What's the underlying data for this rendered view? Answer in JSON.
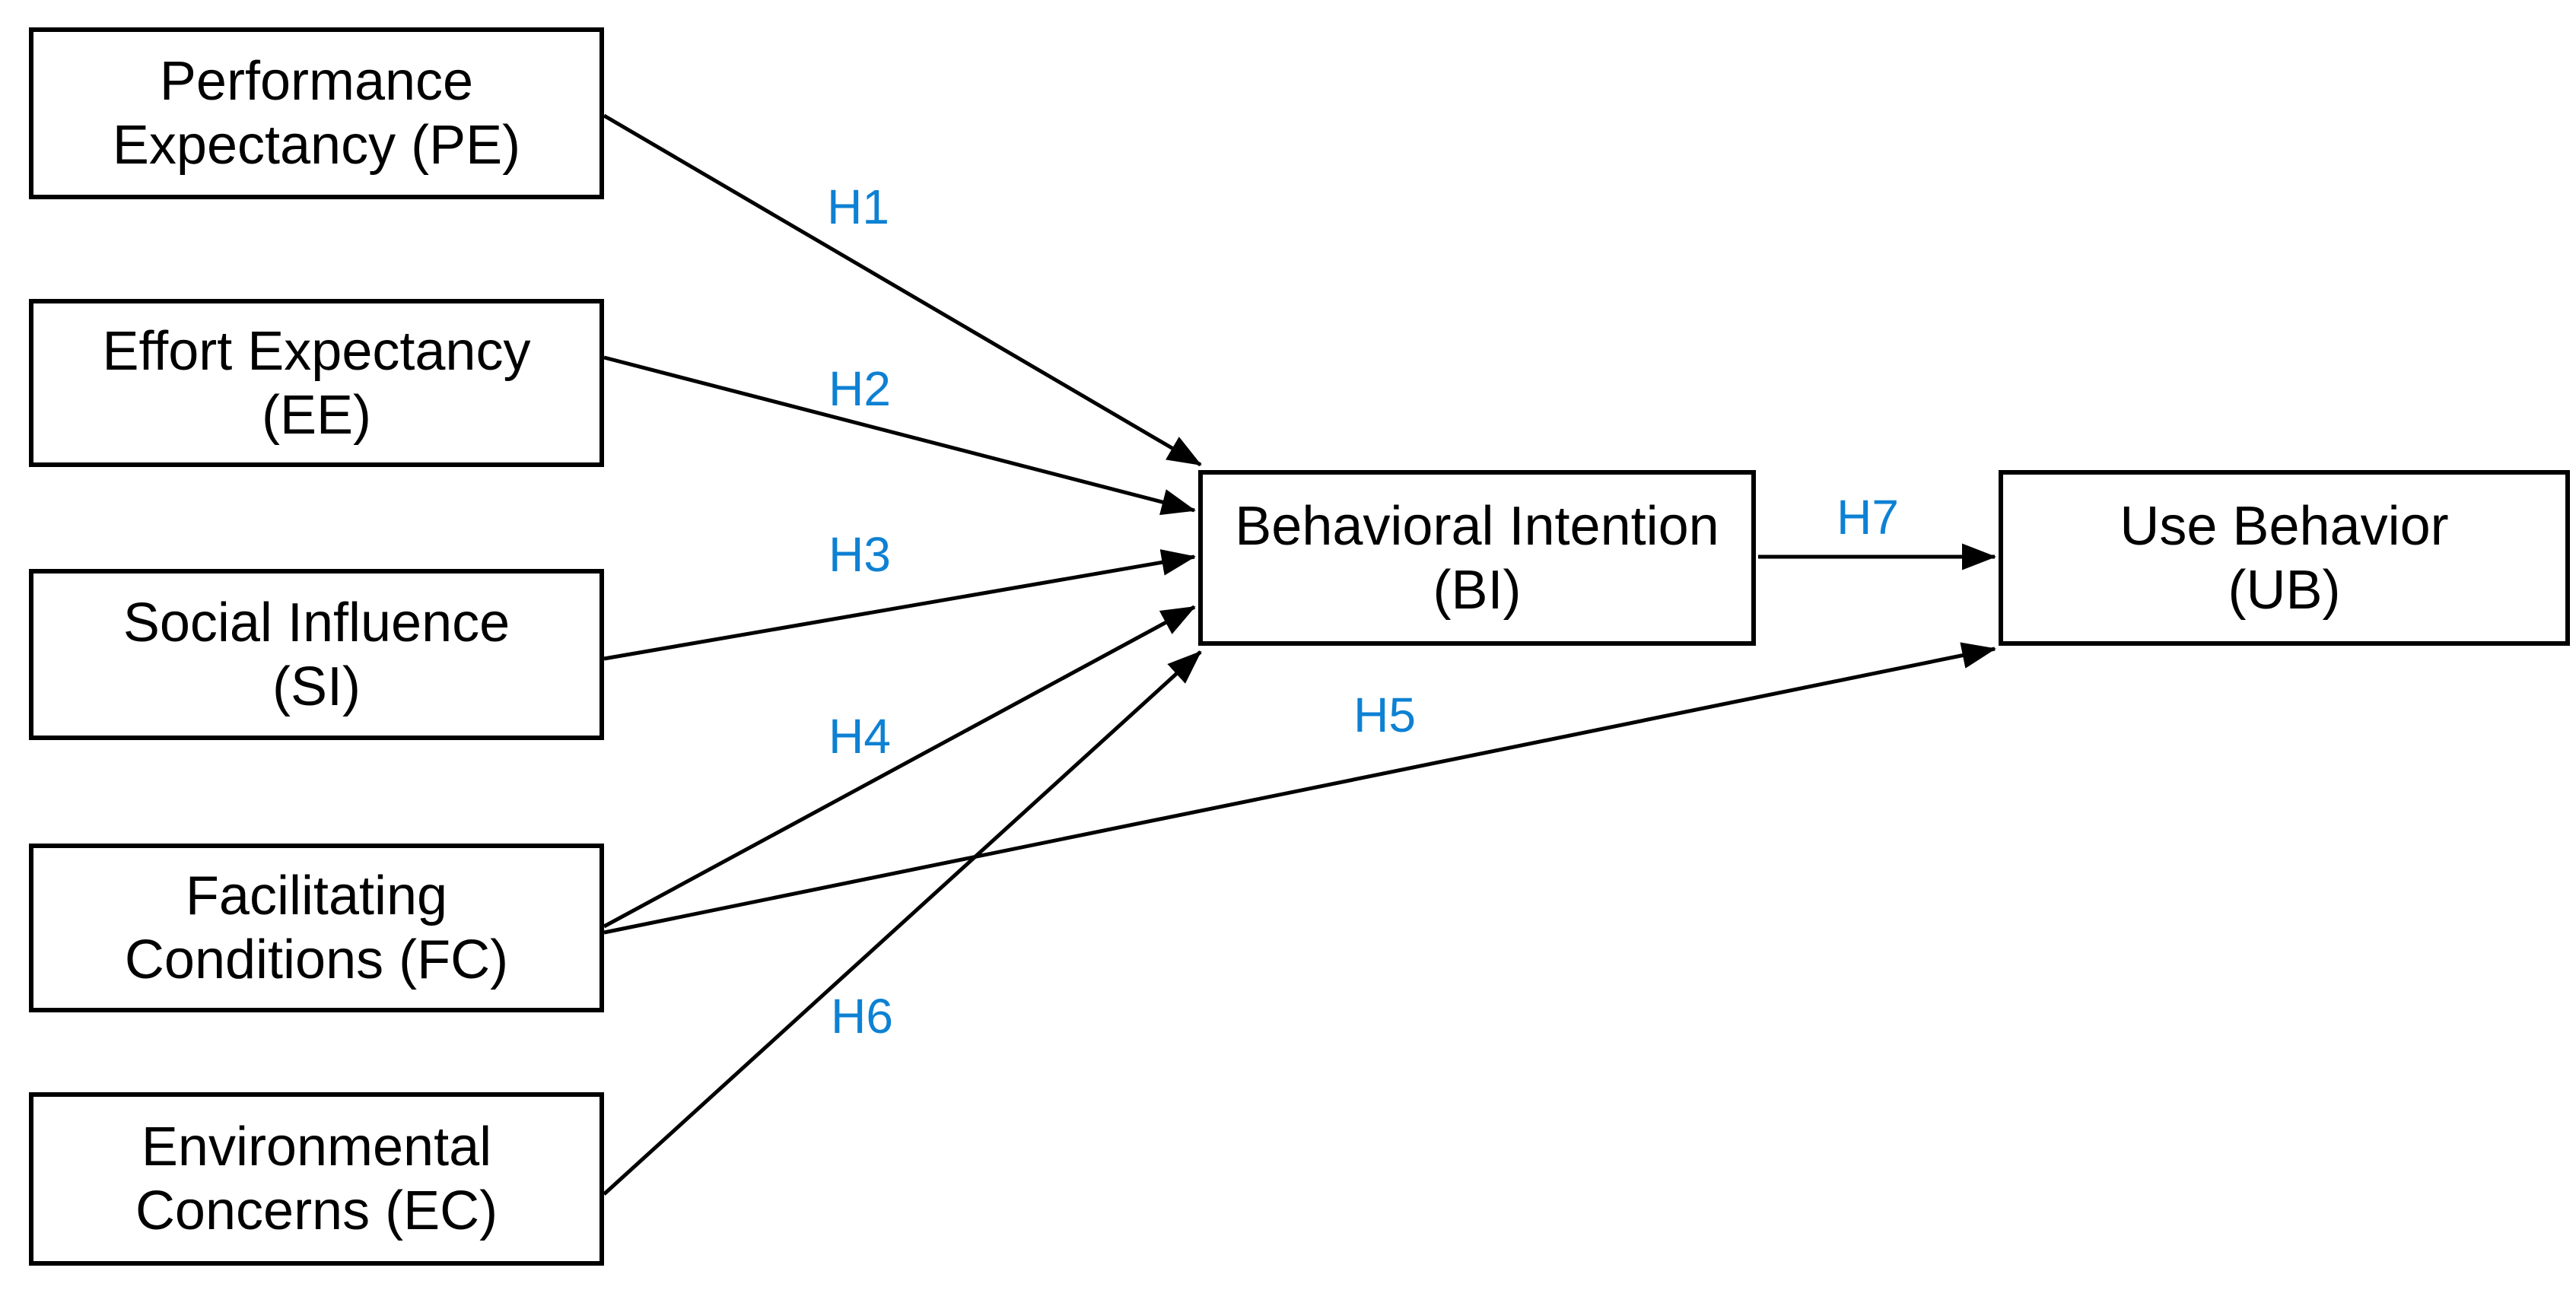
{
  "nodes": [
    {
      "id": "PE",
      "lines": [
        "Performance",
        "Expectancy (PE)"
      ]
    },
    {
      "id": "EE",
      "lines": [
        "Effort Expectancy",
        "(EE)"
      ]
    },
    {
      "id": "SI",
      "lines": [
        "Social Influence",
        "(SI)"
      ]
    },
    {
      "id": "FC",
      "lines": [
        "Facilitating",
        "Conditions (FC)"
      ]
    },
    {
      "id": "EC",
      "lines": [
        "Environmental",
        "Concerns (EC)"
      ]
    },
    {
      "id": "BI",
      "lines": [
        "Behavioral Intention",
        "(BI)"
      ]
    },
    {
      "id": "UB",
      "lines": [
        "Use Behavior",
        "(UB)"
      ]
    }
  ],
  "hypotheses": [
    {
      "label": "H1",
      "from": "PE",
      "to": "BI"
    },
    {
      "label": "H2",
      "from": "EE",
      "to": "BI"
    },
    {
      "label": "H3",
      "from": "SI",
      "to": "BI"
    },
    {
      "label": "H4",
      "from": "FC",
      "to": "BI"
    },
    {
      "label": "H5",
      "from": "FC",
      "to": "UB"
    },
    {
      "label": "H6",
      "from": "EC",
      "to": "BI"
    },
    {
      "label": "H7",
      "from": "BI",
      "to": "UB"
    }
  ],
  "colors": {
    "background": "#FFFFFF",
    "box_border": "#000000",
    "box_fill": "#FFFFFF",
    "node_text": "#000000",
    "arrow": "#000000",
    "hypothesis_label": "#0D81D3"
  }
}
